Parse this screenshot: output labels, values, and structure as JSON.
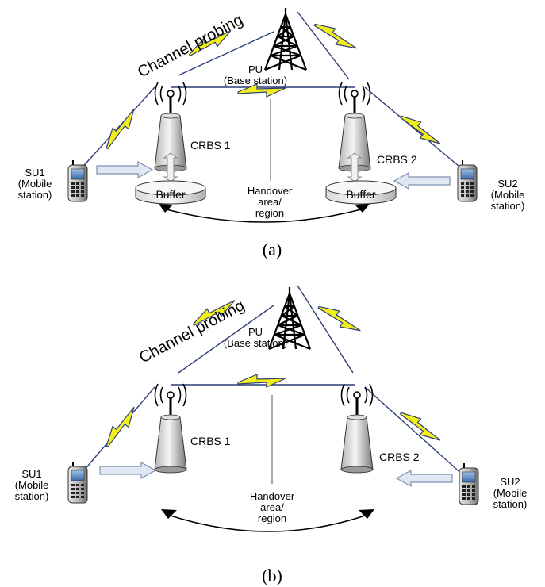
{
  "colors": {
    "lightning_fill": "#f2ef1a",
    "lightning_stroke": "#2f3f78",
    "link_line": "#2f3f78",
    "tower_lines": "#000000",
    "crbs_body_light": "#f2f2f2",
    "crbs_body_dark": "#8c8c8c",
    "arrow_fill": "#dfe7f3",
    "arrow_stroke": "#7d8fb0",
    "buffer_fill": "#f4f4f4"
  },
  "panels": [
    {
      "id": "a",
      "caption": "(a)",
      "probe_label": "Channel probing",
      "pu_label": "PU",
      "pu_sub": "(Base station)",
      "crbs1_label": "CRBS 1",
      "crbs2_label": "CRBS 2",
      "su1_label": "SU1",
      "su1_sub1": "(Mobile",
      "su1_sub2": "station)",
      "su2_label": "SU2",
      "su2_sub1": "(Mobile",
      "su2_sub2": "station)",
      "handover_1": "Handover",
      "handover_2": "area/",
      "handover_3": "region",
      "buffer1_label": "Buffer",
      "buffer2_label": "Buffer"
    },
    {
      "id": "b",
      "caption": "(b)",
      "probe_label": "Channel probing",
      "pu_label": "PU",
      "pu_sub": "(Base station)",
      "crbs1_label": "CRBS 1",
      "crbs2_label": "CRBS 2",
      "su1_label": "SU1",
      "su1_sub1": "(Mobile",
      "su1_sub2": "station)",
      "su2_label": "SU2",
      "su2_sub1": "(Mobile",
      "su2_sub2": "station)",
      "handover_1": "Handover",
      "handover_2": "area/",
      "handover_3": "region"
    }
  ]
}
